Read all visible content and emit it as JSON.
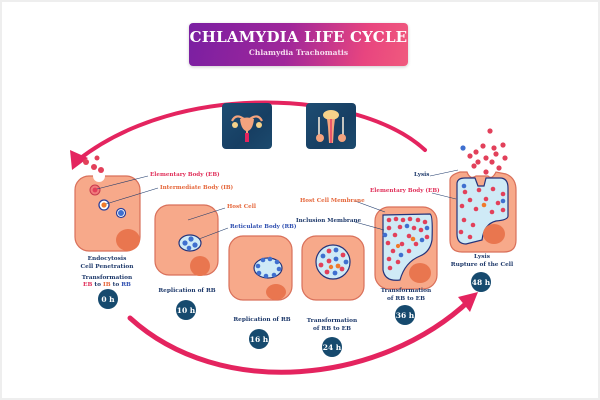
{
  "title": "CHLAMYDIA LIFE CYCLE",
  "subtitle": "Chlamydia Trachomatis",
  "icons": {
    "female": "female-reproductive-system-icon",
    "male": "male-reproductive-system-icon"
  },
  "labels": {
    "elementary_body": "Elementary Body (EB)",
    "intermediate_body": "Intermediate Body (IB)",
    "host_cell": "Host Cell",
    "reticulate_body": "Reticulate Body (RB)",
    "host_cell_membrane": "Host Cell Membrane",
    "inclusion_membrane": "Inclusion Membrane",
    "elementary_body_2": "Elementary Body (EB)",
    "lysis": "Lysis"
  },
  "stages": [
    {
      "caption_line1": "Endocytosis",
      "caption_line2": "Cell Penetration",
      "caption_line3": "Transformation",
      "abbr": [
        "EB",
        "to",
        "IB",
        "to",
        "RB"
      ],
      "time": "0 h"
    },
    {
      "caption_line1": "Replication of RB",
      "time": "10 h"
    },
    {
      "caption_line1": "Replication of RB",
      "time": "16 h"
    },
    {
      "caption_line1": "Transformation",
      "caption_line2": "of RB to EB",
      "time": "24 h"
    },
    {
      "caption_line1": "Transformation",
      "caption_line2": "of RB to EB",
      "time": "36 h"
    },
    {
      "caption_line1": "Lysis",
      "caption_line2": "Rupture of the Cell",
      "time": "48 h"
    }
  ],
  "colors": {
    "accent": "#e4245f",
    "badge": "#164a6e",
    "cell": "#f7a98a",
    "cell_outline": "#d9705a",
    "eb": "#e2405a",
    "rb": "#3f6fcf",
    "inclusion": "#cfeaf6"
  }
}
